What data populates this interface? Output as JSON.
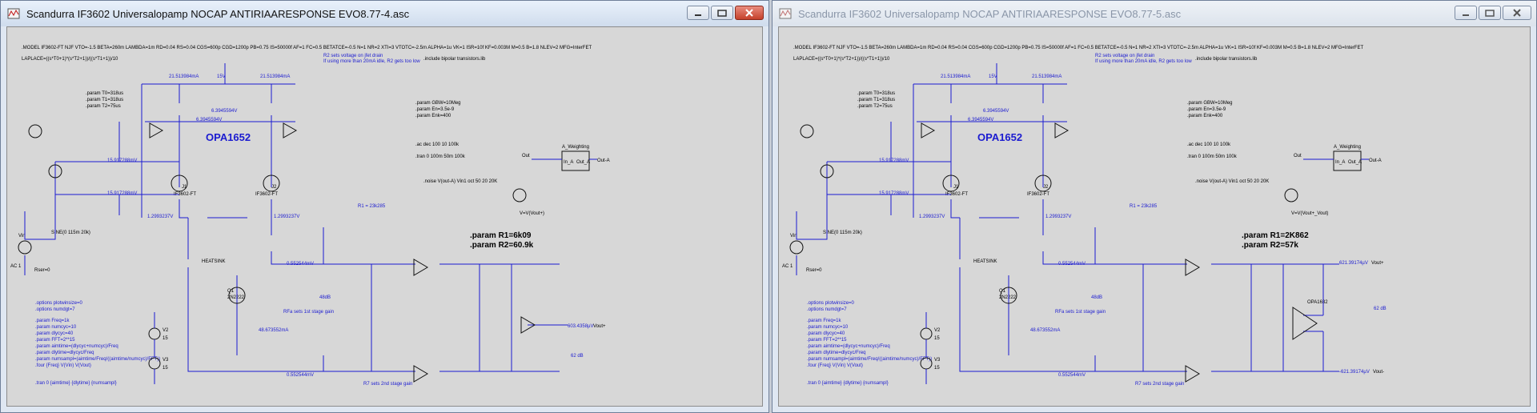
{
  "windows": [
    {
      "title": "Scandurra IF3602 Universalopamp NOCAP ANTIRIAARESPONSE EVO8.77-4.asc",
      "schematic": {
        "model": ".MODEL IF3602-FT NJF VTO=-1.5 BETA=260m LAMBDA=1m RD=0.04 RS=0.04 CGS=600p CGD=1200p PB=0.75 IS=50000f AF=1 FC=0.5 BETATCE=-0.5 N=1 NR=2 XTI=3 VTOTC=-2.5m ALPHA=1u VK=1 ISR=10f KF=0.003M M=0.5 B=1.8 NLEV=2 MFG=InterFET",
        "laplace": "LAPLACE=((s*T0+1)*(s*T2+1))/((s*T1+1))/10",
        "r2_note_1": "R2 sets voltage on jfet drain",
        "r2_note_2": "If using more than 20mA idle, R2 gets too low",
        "include": ".include bipolar transistors.lib",
        "params_t": [
          ".param T0=318us",
          ".param T1=318us",
          ".param T2=75us"
        ],
        "params_g": [
          ".param GBW=10Meg",
          ".param En=3.5e-9",
          ".param Enk=400"
        ],
        "ac": ".ac dec 100 10 100k",
        "tran": ".tran 0 100m 50m 100k",
        "noise": ".noise V(out-A) Vin1 oct 50 20 20K",
        "opamp_label": "OPA1652",
        "param_r1": ".param R1=6k09",
        "param_r2": ".param R2=60.9k",
        "r1_readout": "R1 = 23k285",
        "rfa_note": "RFa sets 1st stage gain",
        "r7_note": "R7 sets 2nd stage gain",
        "db_top": "48dB",
        "db_bottom": "62 dB",
        "heatsink": "HEATSINK",
        "current_top": "21.513984mA",
        "supply_15v": "15V",
        "node_v1": "6.3945594V",
        "node_v2": "15.917288mV",
        "node_v3": "1.2993237V",
        "node_v4": "0.552544mV",
        "node_v5": "48.673552mA",
        "out_readout": "603.4358µV",
        "out_label": "Vout+",
        "weighting": "A_Weighting",
        "weighting_in": "In_A",
        "weighting_out": "Out_A",
        "out_net": "Out",
        "out_a": "Out-A",
        "b1_expr": "V=V(Vout+)",
        "sine": "SINE(0 115m 20k)",
        "vin": "Vin",
        "ac1": "AC 1",
        "rser": "Rser=0",
        "options": [
          ".options plotwinsize=0",
          ".options numdgt=7",
          ".param Freq=1k",
          ".param numcyc=10",
          ".param dlycyc=40",
          ".param FFT=2**15",
          ".param aimtime=(dlycyc+numcyc)/Freq",
          ".param dlytime=dlycyc/Freq",
          ".param numsampl=(aimtime/Freq/((aimtime/numcyc)/FFT))",
          ".four {Freq} V(Vin) V(Vout)"
        ],
        "tran_cmd": ".tran 0 {aimtime} {dlytime} {numsampl}",
        "q1": "Q1",
        "q1_part": "2N2222",
        "j1": "J1",
        "j2": "J2",
        "jfet_part": "IF3602-FT",
        "v2": "V2",
        "v3": "V3",
        "v15": "15"
      }
    },
    {
      "title": "Scandurra IF3602 Universalopamp NOCAP ANTIRIAARESPONSE EVO8.77-5.asc",
      "schematic": {
        "model": ".MODEL IF3602-FT NJF VTO=-1.5 BETA=260m LAMBDA=1m RD=0.04 RS=0.04 CGS=600p CGD=1200p PB=0.75 IS=50000f AF=1 FC=0.5 BETATCE=-0.5 N=1 NR=2 XTI=3 VTOTC=-2.5m ALPHA=1u VK=1 ISR=10f KF=0.003M M=0.5 B=1.8 NLEV=2 MFG=InterFET",
        "laplace": "LAPLACE=((s*T0+1)*(s*T2+1))/((s*T1+1))/10",
        "r2_note_1": "R2 sets voltage on jfet drain",
        "r2_note_2": "If using more than 20mA idle, R2 gets too low",
        "include": ".include bipolar transistors.lib",
        "params_t": [
          ".param T0=318us",
          ".param T1=318us",
          ".param T2=75us"
        ],
        "params_g": [
          ".param GBW=10Meg",
          ".param En=3.5e-9",
          ".param Enk=400"
        ],
        "ac": ".ac dec 100 10 100k",
        "tran": ".tran 0 100m 50m 100k",
        "noise": ".noise V(out-A) Vin1 oct 50 20 20K",
        "opamp_label": "OPA1652",
        "param_r1": ".param R1=2K862",
        "param_r2": ".param R2=57k",
        "r1_readout": "R1 = 23k285",
        "rfa_note": "RFa sets 1st stage gain",
        "r7_note": "R7 sets 2nd stage gain",
        "db_top": "48dB",
        "db_bottom": "62 dB",
        "heatsink": "HEATSINK",
        "current_top": "21.513984mA",
        "supply_15v": "15V",
        "node_v1": "6.3945594V",
        "node_v2": "15.917288mV",
        "node_v3": "1.2993237V",
        "node_v4": "0.552544mV",
        "node_v5": "48.673552mA",
        "out_readout": "621.39174µV",
        "out_readout_neg": "-621.39174µV",
        "out_label": "Vout+",
        "out_label_neg": "Vout-",
        "opa1632": "OPA1632",
        "weighting": "A_Weighting",
        "weighting_in": "In_A",
        "weighting_out": "Out_A",
        "out_net": "Out",
        "out_a": "Out-A",
        "b1_expr": "V=V(Vout+_Vout)",
        "sine": "SINE(0 115m 20k)",
        "vin": "Vin",
        "ac1": "AC 1",
        "rser": "Rser=0",
        "options": [
          ".options plotwinsize=0",
          ".options numdgt=7",
          ".param Freq=1k",
          ".param numcyc=10",
          ".param dlycyc=40",
          ".param FFT=2**15",
          ".param aimtime=(dlycyc+numcyc)/Freq",
          ".param dlytime=dlycyc/Freq",
          ".param numsampl=(aimtime/Freq/((aimtime/numcyc)/FFT))",
          ".four {Freq} V(Vin) V(Vout)"
        ],
        "tran_cmd": ".tran 0 {aimtime} {dlytime} {numsampl}",
        "q1": "Q1",
        "q1_part": "2N2222",
        "j1": "J1",
        "j2": "J2",
        "jfet_part": "IF3602-FT",
        "v2": "V2",
        "v3": "V3",
        "v15": "15"
      }
    }
  ],
  "colors": {
    "wire": "#1b1bd0",
    "canvas": "#d7d7d7",
    "close": "#c5412b"
  }
}
